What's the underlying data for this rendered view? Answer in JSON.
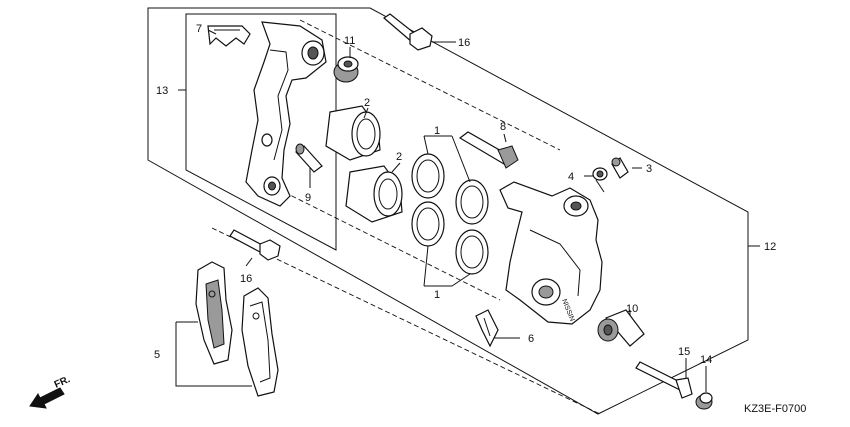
{
  "diagram_code": "KZ3E-F0700",
  "direction_label": "FR.",
  "callouts": {
    "c1a": "1",
    "c1b": "1",
    "c2a": "2",
    "c2b": "2",
    "c3": "3",
    "c4": "4",
    "c5": "5",
    "c6": "6",
    "c7": "7",
    "c8": "8",
    "c9": "9",
    "c10": "10",
    "c11": "11",
    "c12": "12",
    "c13": "13",
    "c14": "14",
    "c15": "15",
    "c16a": "16",
    "c16b": "16"
  }
}
